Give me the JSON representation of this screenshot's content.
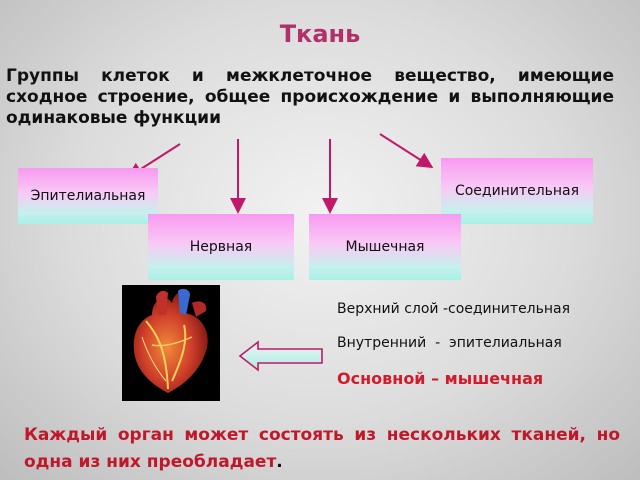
{
  "title": "Ткань",
  "definition": "Группы клеток и межклеточное вещество, имеющие сходное строение, общее происхождение и выполняющие одинаковые функции",
  "tissues": {
    "epithelial": "Эпителиальная",
    "connective": "Соединительная",
    "nervous": "Нервная",
    "muscular": "Мышечная"
  },
  "heart_layers": {
    "outer": "Верхний слой -соединительная",
    "inner": "Внутренний  -  эпителиальная",
    "main": "Основной – мышечная"
  },
  "conclusion": {
    "text": "Каждый орган может состоять из нескольких тканей, но одна из них преобладает",
    "end": "."
  },
  "colors": {
    "title": "#b0306a",
    "arrow": "#c0186a",
    "emphasis": "#d11a2a",
    "big_arrow_fill": "#a8f1e4"
  },
  "icons": {
    "heart_image": "anatomical-heart-icon"
  }
}
